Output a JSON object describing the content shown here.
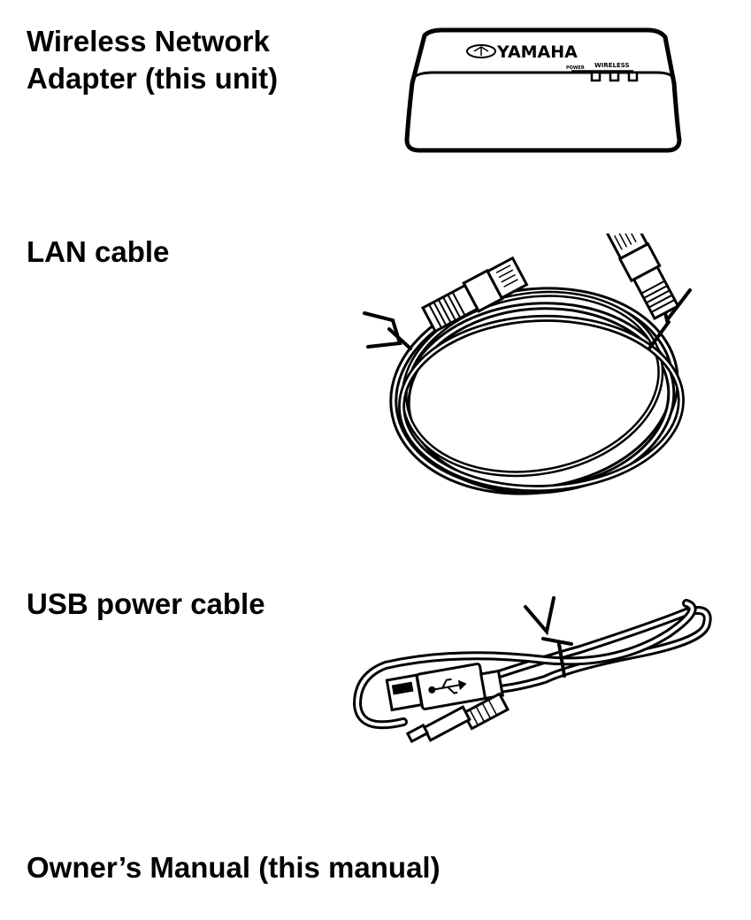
{
  "items": [
    {
      "title_line1": "Wireless Network",
      "title_line2": "Adapter (this unit)",
      "device": {
        "brand": "YAMAHA",
        "panel_text": "WIRELESS",
        "panel_subtext": "POWER"
      },
      "icon": "wireless-network-adapter-icon"
    },
    {
      "title": "LAN cable",
      "icon": "lan-cable-icon"
    },
    {
      "title": "USB power cable",
      "icon": "usb-cable-icon"
    },
    {
      "title": "Owner’s Manual (this manual)",
      "icon": ""
    }
  ]
}
